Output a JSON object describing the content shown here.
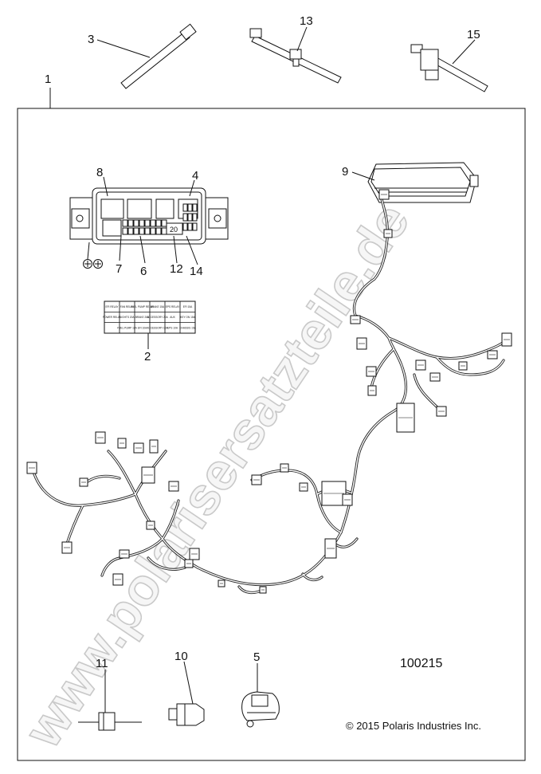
{
  "callouts": {
    "c1": "1",
    "c2": "2",
    "c3": "3",
    "c4": "4",
    "c5": "5",
    "c6": "6",
    "c7": "7",
    "c8": "8",
    "c9": "9",
    "c10": "10",
    "c11": "11",
    "c12": "12",
    "c13": "13",
    "c14": "14",
    "c15": "15"
  },
  "fuse_box_slot": "20",
  "figure_number": "100215",
  "copyright": "© 2015 Polaris Industries Inc.",
  "watermark": "www.polarisersatzteile.de",
  "fuse_label_rows": [
    [
      "EFI RELAY",
      "FAN RELAY",
      "FUEL PUMP RELAY",
      "BRAKE 15A",
      "EPS RELAY",
      "EFI 15A"
    ],
    [
      "POWER RELAY",
      "LIGHTS 20A",
      "BRAKE 20A",
      "ACCESSORY 20A",
      "AUX",
      "KEY ON 15A"
    ],
    [
      "",
      "FUEL PUMP 10A",
      "EFI 10A",
      "ACCESSORY 15A",
      "EPS 10A",
      "CHASSIS 15A"
    ]
  ]
}
